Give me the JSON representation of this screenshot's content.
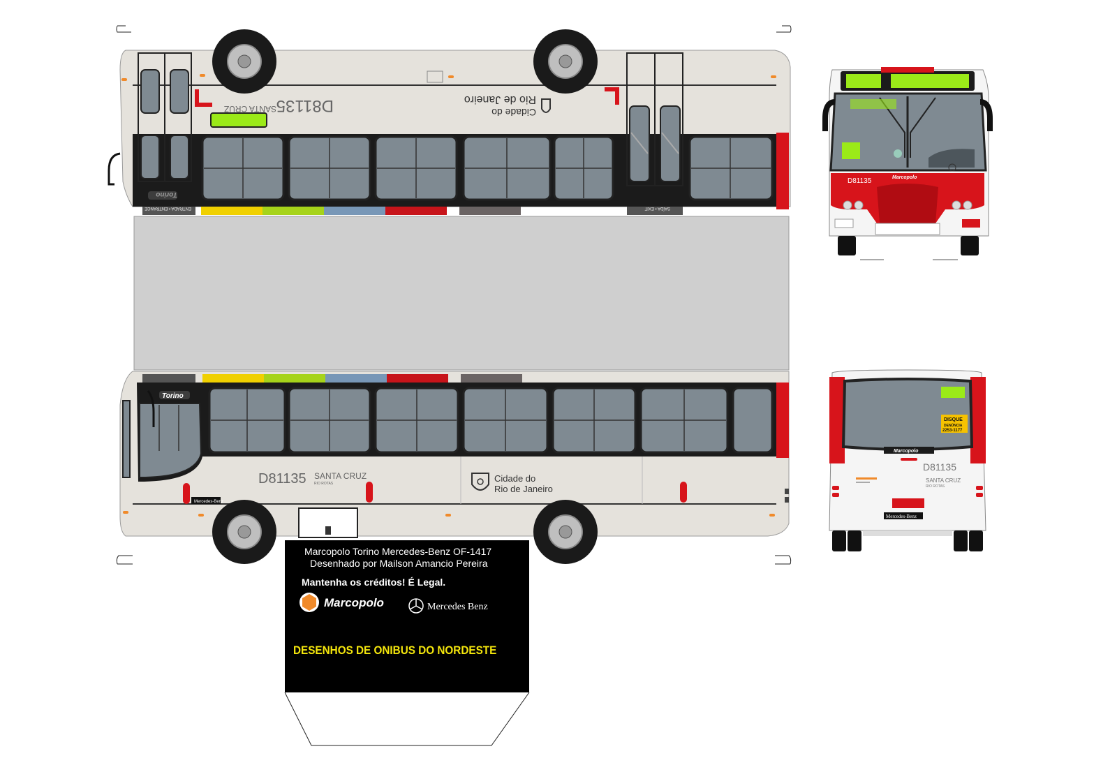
{
  "fleet_number": "D81135",
  "destination": "SANTA CRUZ",
  "operator_small": "RIO ROTAS",
  "city_line1": "Cidade do",
  "city_line2": "Rio de Janeiro",
  "model_badge": "Torino",
  "maker_badge": "Mercedes-Benz",
  "door_labels": {
    "entrance": "ENTRADA • ENTRANCE",
    "exit": "SAÍDA • EXIT"
  },
  "front": {
    "brand": "Marcopolo"
  },
  "rear": {
    "brand": "Marcopolo",
    "hotline_title": "DISQUE",
    "hotline_sub": "DENÚNCIA",
    "hotline_number": "2253-1177",
    "plate_text": "Mercedes-Benz"
  },
  "credits": {
    "line1": "Marcopolo Torino Mercedes-Benz OF-1417",
    "line2": "Desenhado por Mailson Amancio Pereira",
    "line3": "Mantenha os créditos! É Legal.",
    "logo_marcopolo": "Marcopolo",
    "logo_mercedes": "Mercedes Benz",
    "footer": "DESENHOS DE ONIBUS DO NORDESTE"
  },
  "colors": {
    "body": "#e5e2dc",
    "window": "#7f8a92",
    "accent_red": "#d7141b",
    "dark_band": "#1b1b1b",
    "led_green": "#9bea18",
    "stripe_yellow": "#f0d000",
    "stripe_green": "#a6d31a",
    "stripe_blue": "#7897b7",
    "stripe_red": "#c7141a",
    "stripe_gray": "#6b6464",
    "roof": "#cfcfcf",
    "credits_bg": "#000000",
    "credits_yellow": "#f4e60c"
  }
}
